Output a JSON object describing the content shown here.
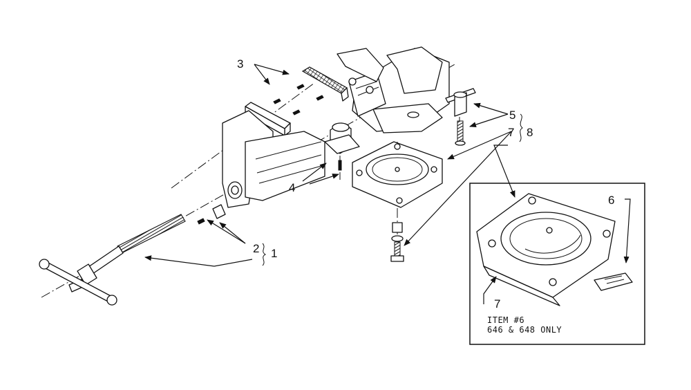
{
  "callouts": {
    "c1": "1",
    "c2": "2",
    "c3": "3",
    "c4": "4",
    "c5": "5",
    "c6": "6",
    "c7a": "7",
    "c7b": "7",
    "c8": "8"
  },
  "inset_note": {
    "line1": "ITEM #6",
    "line2": "646 & 648 ONLY"
  }
}
